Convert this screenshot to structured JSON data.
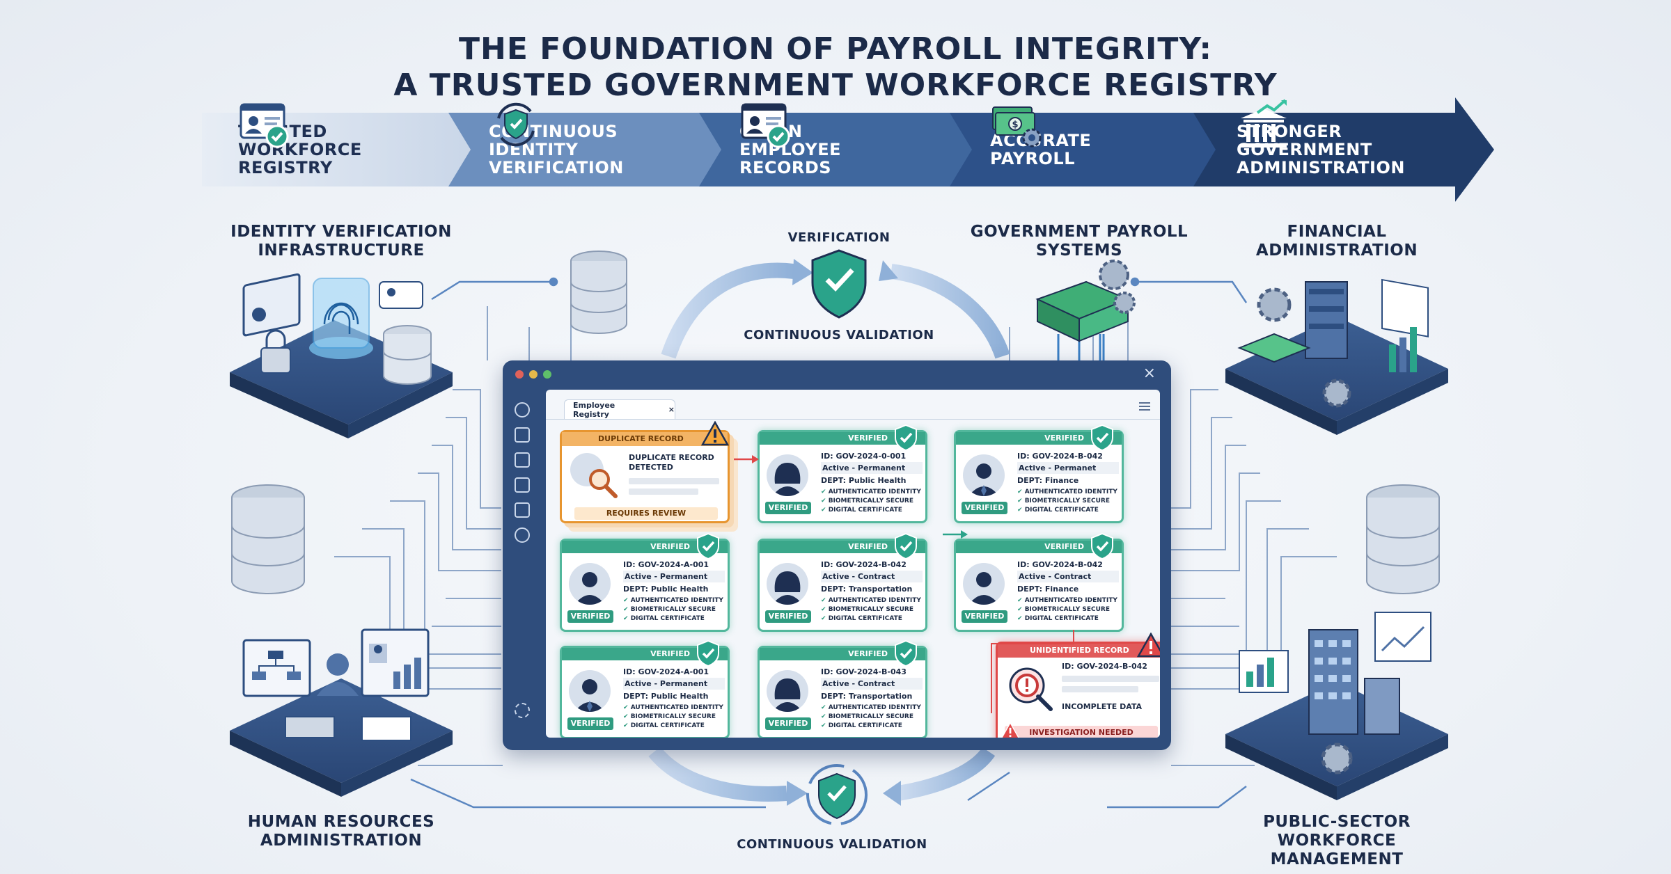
{
  "title": {
    "line1": "THE FOUNDATION OF PAYROLL INTEGRITY:",
    "line2": "A TRUSTED GOVERNMENT WORKFORCE REGISTRY"
  },
  "process_steps": [
    {
      "label": "TRUSTED\nWORKFORCE\nREGISTRY",
      "icon": "id-card-check-icon",
      "color": "#d5e0ee"
    },
    {
      "label": "CONTINUOUS\nIDENTITY\nVERIFICATION",
      "icon": "shield-refresh-icon",
      "color": "#6c8fbe"
    },
    {
      "label": "CLEAN\nEMPLOYEE\nRECORDS",
      "icon": "id-card-check-icon",
      "color": "#3f679e"
    },
    {
      "label": "ACCURATE\nPAYROLL",
      "icon": "money-gear-icon",
      "color": "#2d5189"
    },
    {
      "label": "STRONGER\nGOVERNMENT\nADMINISTRATION",
      "icon": "government-building-icon",
      "color": "#203c69"
    }
  ],
  "sections": {
    "identity": "IDENTITY VERIFICATION\nINFRASTRUCTURE",
    "payroll": "GOVERNMENT PAYROLL\nSYSTEMS",
    "financial": "FINANCIAL\nADMINISTRATION",
    "hr": "HUMAN RESOURCES\nADMINISTRATION",
    "workforce": "PUBLIC-SECTOR\nWORKFORCE MANAGEMENT",
    "verification": "VERIFICATION",
    "validation_top": "CONTINUOUS VALIDATION",
    "validation_bottom": "CONTINUOUS VALIDATION"
  },
  "window": {
    "tab_label": "Employee Registry",
    "tab_close": "×",
    "window_close": "×"
  },
  "cards": [
    {
      "id": "ID: GOV-2024-0-001",
      "status": "Active - Permanent",
      "dept": "DEPT: Public Health",
      "gender": "f"
    },
    {
      "id": "ID: GOV-2024-B-042",
      "status": "Active - Permanet",
      "dept": "DEPT: Finance",
      "gender": "m"
    },
    {
      "id": "ID: GOV-2024-A-001",
      "status": "Active - Permanent",
      "dept": "DEPT: Public Health",
      "gender": "m"
    },
    {
      "id": "ID: GOV-2024-B-042",
      "status": "Active - Contract",
      "dept": "DEPT: Transportation",
      "gender": "f"
    },
    {
      "id": "ID: GOV-2024-B-042",
      "status": "Active - Contract",
      "dept": "DEPT: Finance",
      "gender": "m"
    },
    {
      "id": "ID: GOV-2024-A-001",
      "status": "Active - Permanent",
      "dept": "DEPT: Public Health",
      "gender": "m"
    },
    {
      "id": "ID: GOV-2024-B-043",
      "status": "Active - Contract",
      "dept": "DEPT: Transportation",
      "gender": "f"
    }
  ],
  "card_common": {
    "header": "VERIFIED",
    "badge": "VERIFIED",
    "checks": [
      "AUTHENTICATED IDENTITY",
      "BIOMETRICALLY SECURE",
      "DIGITAL CERTIFICATE"
    ]
  },
  "duplicate": {
    "header": "DUPLICATE RECORD",
    "text": "DUPLICATE RECORD\nDETECTED",
    "footer": "REQUIRES REVIEW"
  },
  "unidentified": {
    "header": "UNIDENTIFIED RECORD",
    "id": "ID: GOV-2024-B-042",
    "text": "INCOMPLETE DATA",
    "footer": "INVESTIGATION NEEDED"
  },
  "colors": {
    "verified": "#3aa78a",
    "duplicate": "#e7952f",
    "unidentified": "#e04848",
    "navy": "#1b2a48"
  }
}
